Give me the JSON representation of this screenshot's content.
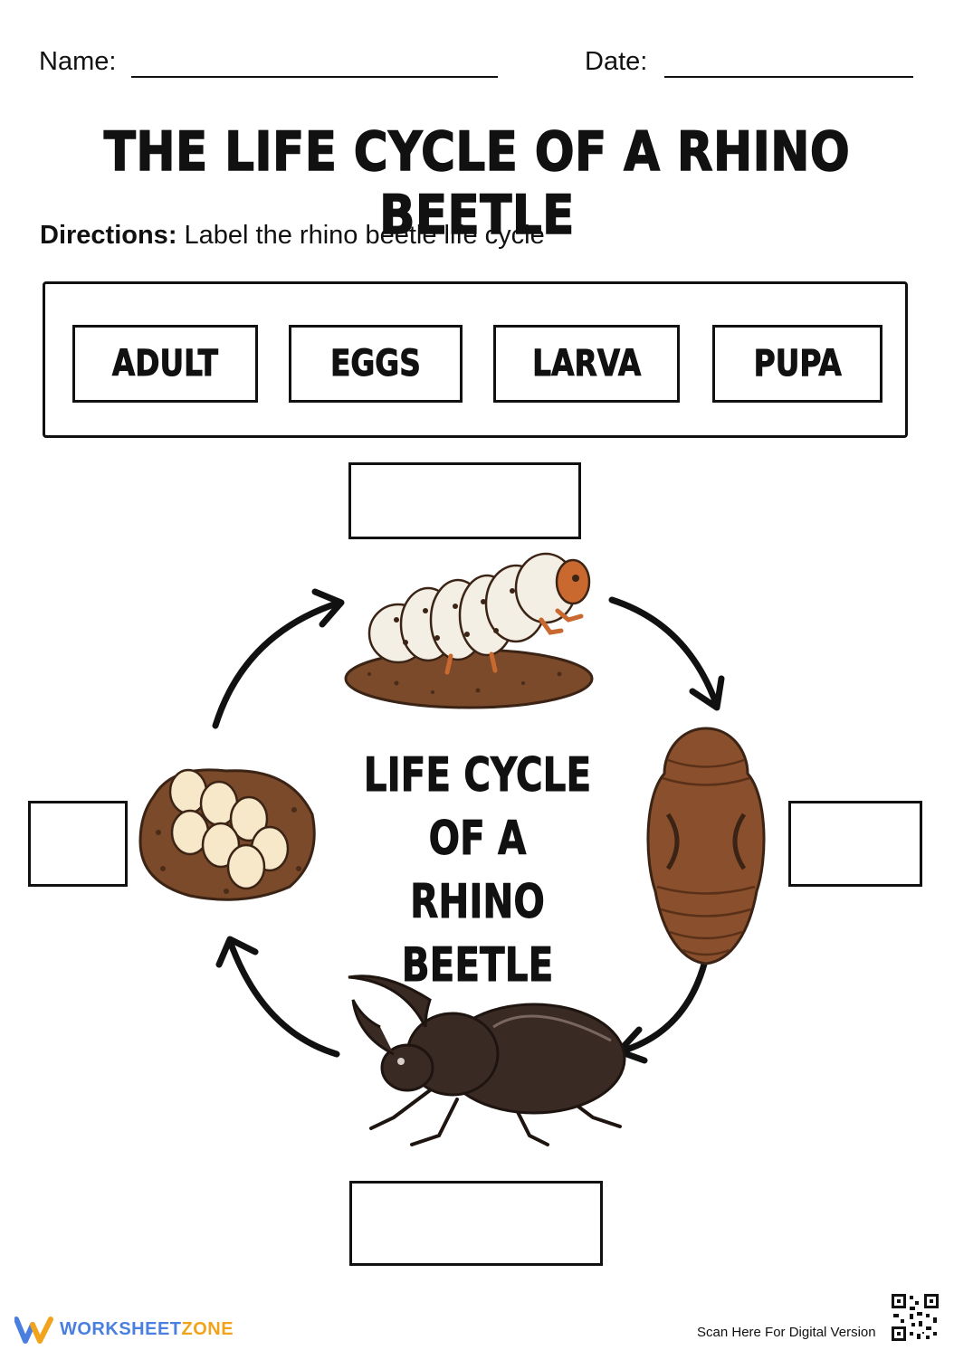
{
  "header": {
    "name_label": "Name:",
    "date_label": "Date:"
  },
  "title": "THE LIFE CYCLE OF A RHINO BEETLE",
  "directions": {
    "label": "Directions:",
    "text": "Label the rhino beetle life cycle"
  },
  "word_bank": [
    "ADULT",
    "EGGS",
    "LARVA",
    "PUPA"
  ],
  "center_title": [
    "LIFE CYCLE",
    "OF A",
    "RHINO BEETLE"
  ],
  "footer": {
    "brand_a": "WORKSHEET",
    "brand_b": "ZONE",
    "scan_text": "Scan Here For Digital Version"
  },
  "colors": {
    "brand_blue": "#4a7fe0",
    "brand_orange": "#f2a31c",
    "larva_body": "#f4efe4",
    "soil": "#7b4a2a",
    "pupa": "#8a4f2c",
    "beetle": "#3a2a24"
  }
}
